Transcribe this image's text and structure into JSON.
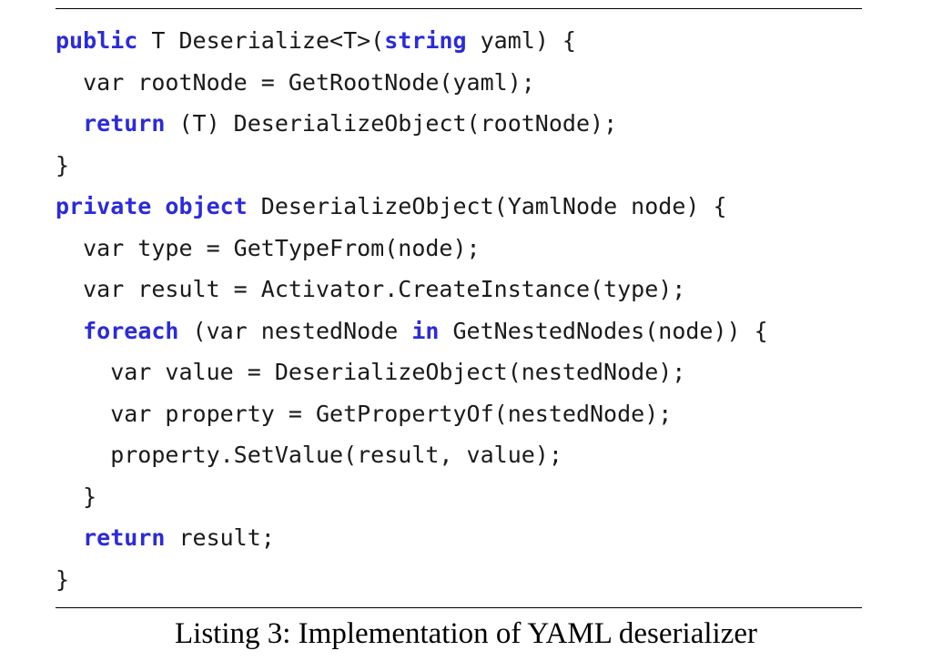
{
  "listing": {
    "lines": [
      [
        {
          "t": "public",
          "kw": true
        },
        {
          "t": " T Deserialize<T>("
        },
        {
          "t": "string",
          "kw": true
        },
        {
          "t": " yaml) {"
        }
      ],
      [
        {
          "t": "  var rootNode = GetRootNode(yaml);"
        }
      ],
      [
        {
          "t": "  "
        },
        {
          "t": "return",
          "kw": true
        },
        {
          "t": " (T) DeserializeObject(rootNode);"
        }
      ],
      [
        {
          "t": "}"
        }
      ],
      [
        {
          "t": "private",
          "kw": true
        },
        {
          "t": " "
        },
        {
          "t": "object",
          "kw": true
        },
        {
          "t": " DeserializeObject(YamlNode node) {"
        }
      ],
      [
        {
          "t": "  var type = GetTypeFrom(node);"
        }
      ],
      [
        {
          "t": "  var result = Activator.CreateInstance(type);"
        }
      ],
      [
        {
          "t": "  "
        },
        {
          "t": "foreach",
          "kw": true
        },
        {
          "t": " (var nestedNode "
        },
        {
          "t": "in",
          "kw": true
        },
        {
          "t": " GetNestedNodes(node)) {"
        }
      ],
      [
        {
          "t": "    var value = DeserializeObject(nestedNode);"
        }
      ],
      [
        {
          "t": "    var property = GetPropertyOf(nestedNode);"
        }
      ],
      [
        {
          "t": "    property.SetValue(result, value);"
        }
      ],
      [
        {
          "t": "  }"
        }
      ],
      [
        {
          "t": "  "
        },
        {
          "t": "return",
          "kw": true
        },
        {
          "t": " result;"
        }
      ],
      [
        {
          "t": "}"
        }
      ]
    ],
    "caption": "Listing 3: Implementation of YAML deserializer",
    "keyword_color": "#2b2bd9"
  }
}
